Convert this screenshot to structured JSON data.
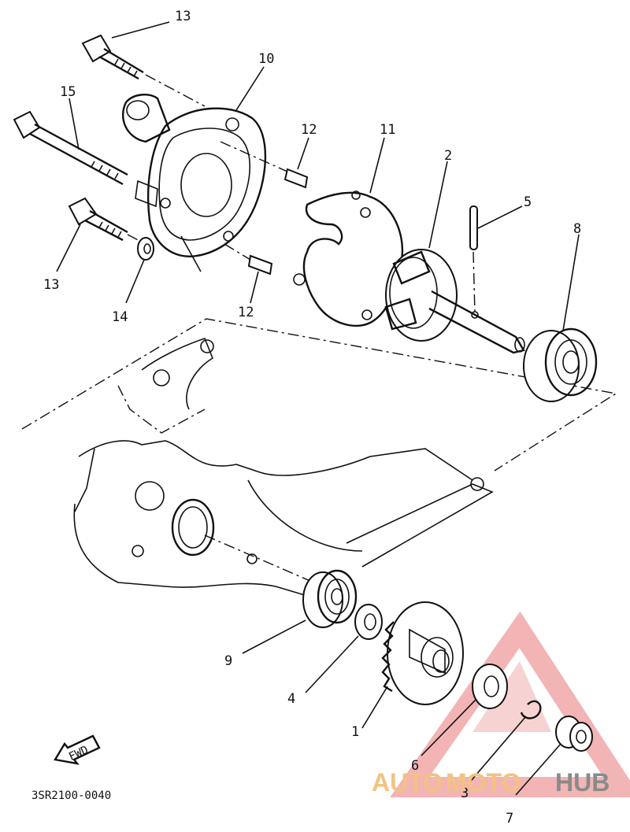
{
  "diagram_code": "3SR2100-0040",
  "fwd_label": "FWD",
  "callouts": {
    "c1": "1",
    "c2": "2",
    "c3": "3",
    "c4": "4",
    "c5": "5",
    "c6": "6",
    "c7": "7",
    "c8": "8",
    "c9": "9",
    "c10": "10",
    "c11": "11",
    "c12a": "12",
    "c12b": "12",
    "c13a": "13",
    "c13b": "13",
    "c14": "14",
    "c15": "15"
  },
  "watermark": {
    "part1": "AUTO",
    "part2": "MOTO",
    "part3": "HUB",
    "color_accent": "#f3c283",
    "color_gray": "#8a8a8a",
    "triangle_color": "#e87878"
  }
}
